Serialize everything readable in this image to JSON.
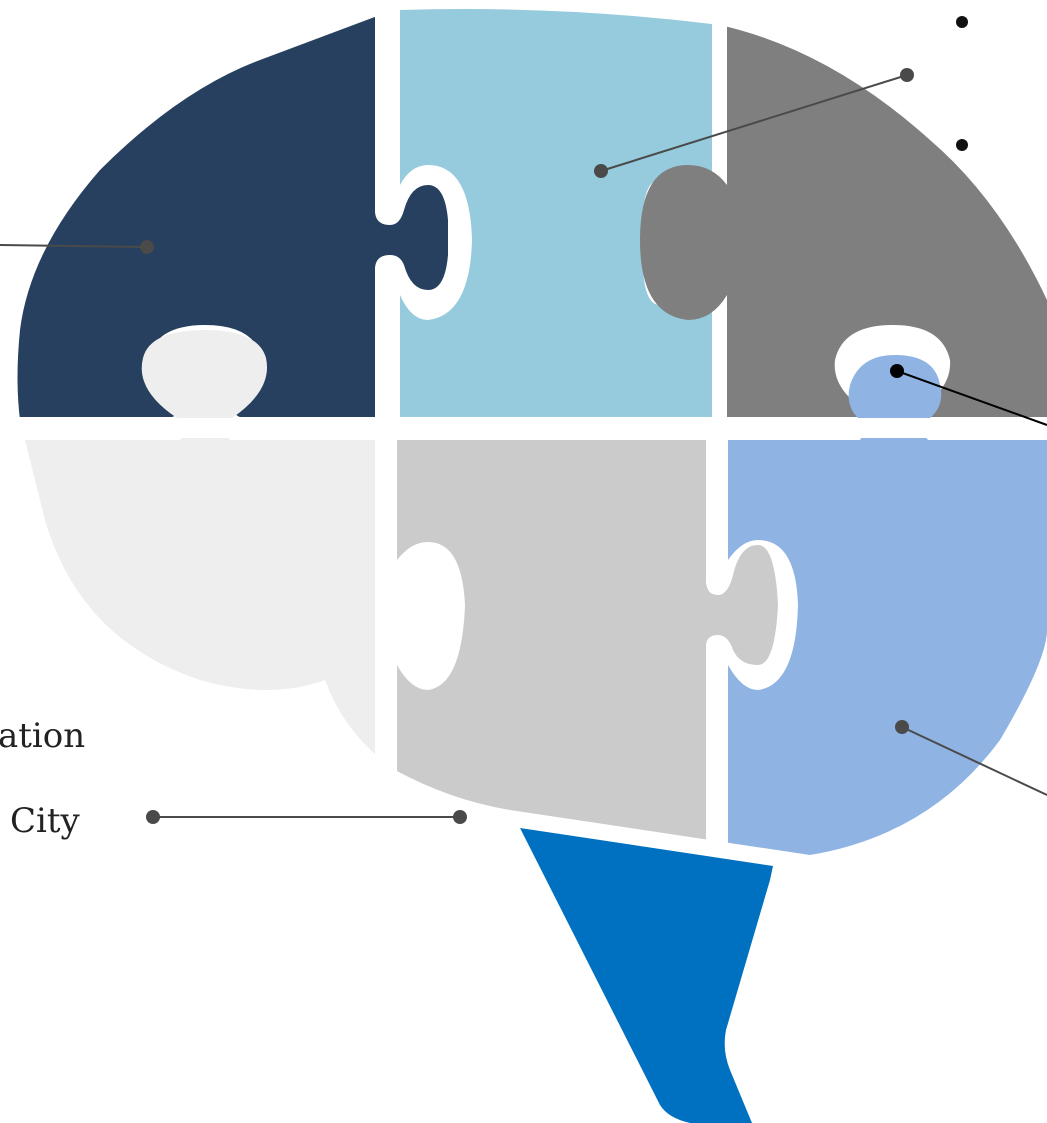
{
  "labels": {
    "left_text_1": "ation",
    "left_text_2": "City"
  },
  "colors": {
    "navy": "#27405F",
    "light_blue": "#95CBDD",
    "gray": "#7F7F7F",
    "light_gray": "#EEEEEE",
    "mid_gray": "#CBCBCB",
    "periwinkle": "#8FB3E3",
    "stem_blue": "#0071C1",
    "connector": "#4A4A4A",
    "background": "#FFFFFF"
  },
  "icons": {
    "pieces": [
      "puzzle-piece-navy",
      "puzzle-piece-light-blue",
      "puzzle-piece-gray",
      "puzzle-piece-light-gray",
      "puzzle-piece-mid-gray",
      "puzzle-piece-periwinkle",
      "stem"
    ]
  }
}
